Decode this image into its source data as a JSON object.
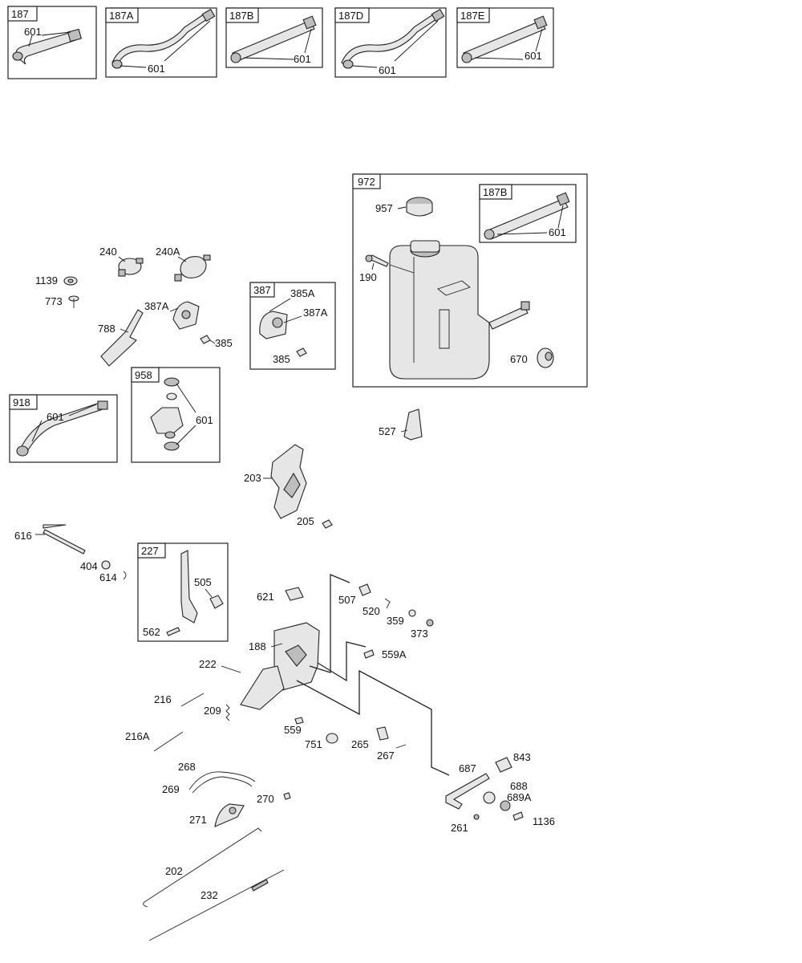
{
  "insets": {
    "i187": {
      "tag": "187",
      "part": "601"
    },
    "i187A": {
      "tag": "187A",
      "part": "601"
    },
    "i187B": {
      "tag": "187B",
      "part": "601"
    },
    "i187D": {
      "tag": "187D",
      "part": "601"
    },
    "i187E": {
      "tag": "187E",
      "part": "601"
    },
    "i972": {
      "tag": "972",
      "cap": "957",
      "hose_tag": "187B",
      "hose_part": "601",
      "bolt": "190",
      "grommet": "670"
    },
    "i387": {
      "tag": "387",
      "p385A": "385A",
      "p387A": "387A",
      "p385": "385"
    },
    "i918": {
      "tag": "918",
      "part": "601"
    },
    "i958": {
      "tag": "958",
      "part": "601"
    },
    "i227": {
      "tag": "227",
      "nut": "505",
      "screw": "562"
    }
  },
  "parts": {
    "p240": "240",
    "p240A": "240A",
    "p1139": "1139",
    "p773": "773",
    "p788": "788",
    "p387A": "387A",
    "p385": "385",
    "p527": "527",
    "p203": "203",
    "p205": "205",
    "p616": "616",
    "p404": "404",
    "p614": "614",
    "p621": "621",
    "p507": "507",
    "p520": "520",
    "p359": "359",
    "p373": "373",
    "p188": "188",
    "p559A": "559A",
    "p222": "222",
    "p216": "216",
    "p209": "209",
    "p216A": "216A",
    "p559": "559",
    "p751": "751",
    "p265": "265",
    "p267": "267",
    "p268": "268",
    "p269": "269",
    "p270": "270",
    "p271": "271",
    "p202": "202",
    "p232": "232",
    "p687": "687",
    "p843": "843",
    "p688": "688",
    "p689A": "689A",
    "p1136": "1136",
    "p261": "261"
  }
}
